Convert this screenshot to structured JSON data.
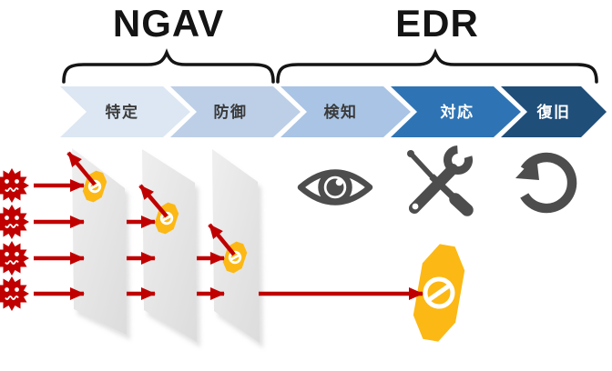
{
  "titles": {
    "ngav": "NGAV",
    "edr": "EDR"
  },
  "steps": [
    {
      "label": "特定",
      "fill": "#dce7f3",
      "text_color": "#3b3b3b"
    },
    {
      "label": "防御",
      "fill": "#bccfe7",
      "text_color": "#3b3b3b"
    },
    {
      "label": "検知",
      "fill": "#a9c4e4",
      "text_color": "#3b3b3b"
    },
    {
      "label": "対応",
      "fill": "#2e74b5",
      "text_color": "#ffffff"
    },
    {
      "label": "復旧",
      "fill": "#1f4e79",
      "text_color": "#ffffff"
    }
  ],
  "groups": [
    {
      "label": "NGAV",
      "covers": [
        "特定",
        "防御"
      ]
    },
    {
      "label": "EDR",
      "covers": [
        "検知",
        "対応",
        "復旧"
      ]
    }
  ],
  "icons": {
    "detect_stage": "eye-icon",
    "respond_stage": "screwdriver-wrench-icon",
    "recover_stage": "restore-arrow-icon",
    "threat": "malware-icon",
    "defense_layer": "barrier-panel",
    "blocked_hit": "blocked-slash-burst-icon",
    "breach": "breach-slash-badge-icon"
  },
  "counts": {
    "malware_threats": 4,
    "defense_layers": 3,
    "blocked_hits": 3,
    "breaches": 1
  },
  "colors": {
    "attack_red": "#c00000",
    "burst_yellow": "#fcb814",
    "icon_gray": "#4d4d4d",
    "barrier_gray": "#e3e3e3",
    "outline_black": "#151515"
  }
}
